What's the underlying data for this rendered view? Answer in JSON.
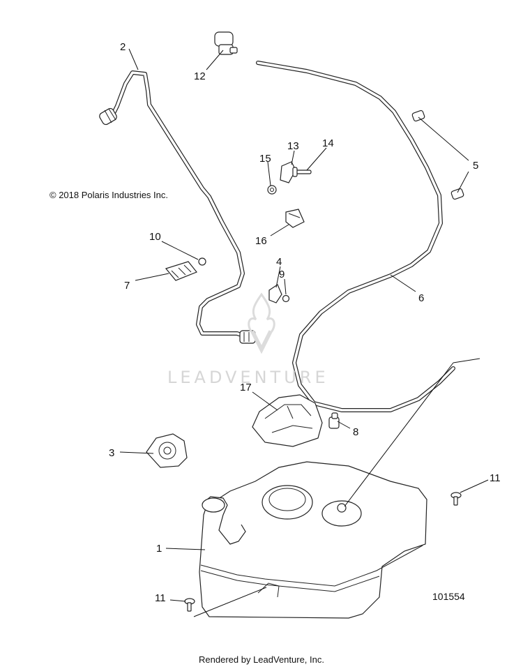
{
  "copyright": "© 2018 Polaris Industries Inc.",
  "diagram_id": "101554",
  "footer": "Rendered by LeadVenture, Inc.",
  "watermark": "LEADVENTURE",
  "callouts": {
    "c1": "1",
    "c2": "2",
    "c3": "3",
    "c4": "4",
    "c5": "5",
    "c6": "6",
    "c7": "7",
    "c8": "8",
    "c9": "9",
    "c10": "10",
    "c11a": "11",
    "c11b": "11",
    "c12": "12",
    "c13": "13",
    "c14": "14",
    "c15": "15",
    "c16": "16",
    "c17": "17"
  },
  "colors": {
    "line": "#222222",
    "watermark": "#d6d6d6",
    "background": "#ffffff"
  }
}
